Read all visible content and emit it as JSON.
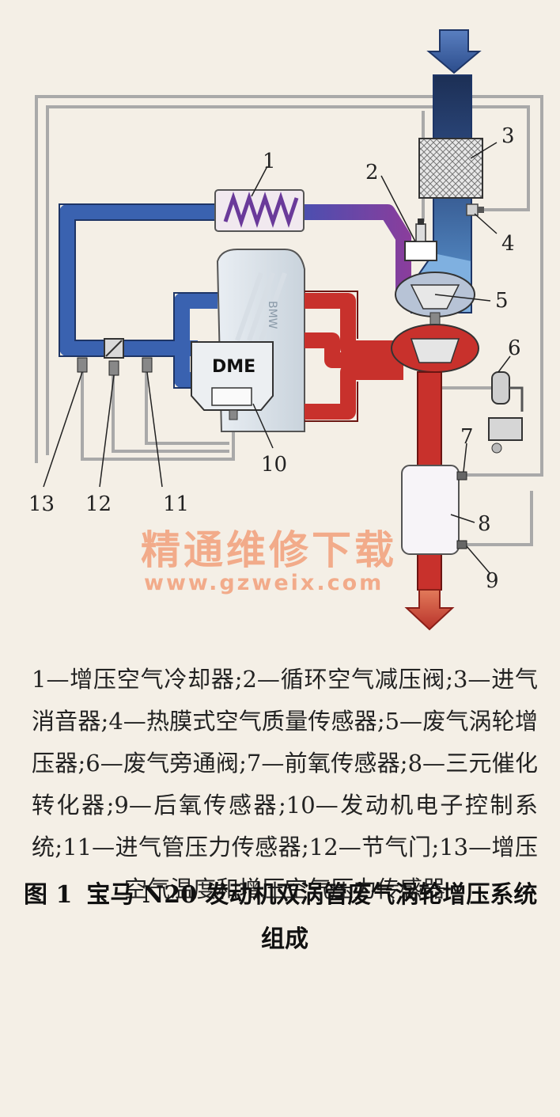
{
  "labels": {
    "n1": "1",
    "n2": "2",
    "n3": "3",
    "n4": "4",
    "n5": "5",
    "n6": "6",
    "n7": "7",
    "n8": "8",
    "n9": "9",
    "n10": "10",
    "n11": "11",
    "n12": "12",
    "n13": "13"
  },
  "dme_label": "DME",
  "bmw_mark": "BMW",
  "watermark": {
    "title": "精通维修下载",
    "url": "www.gzweix.com"
  },
  "legend": "1—增压空气冷却器;2—循环空气减压阀;3—进气消音器;4—热膜式空气质量传感器;5—废气涡轮增压器;6—废气旁通阀;7—前氧传感器;8—三元催化转化器;9—后氧传感器;10—发动机电子控制系统;11—进气管压力传感器;12—节气门;13—增压空气温度和增压空气压力传感器",
  "caption": {
    "figure_no": "图 1",
    "title": "宝马 N20 发动机双涡管废气涡轮增压系统组成"
  },
  "colors": {
    "cold_air": "#3a62b0",
    "intake_light": "#7fb0e0",
    "charge_air": "#7a3e9a",
    "exhaust": "#c8312c",
    "signal_wire": "#a8a8a8",
    "background": "#f4efe6"
  }
}
